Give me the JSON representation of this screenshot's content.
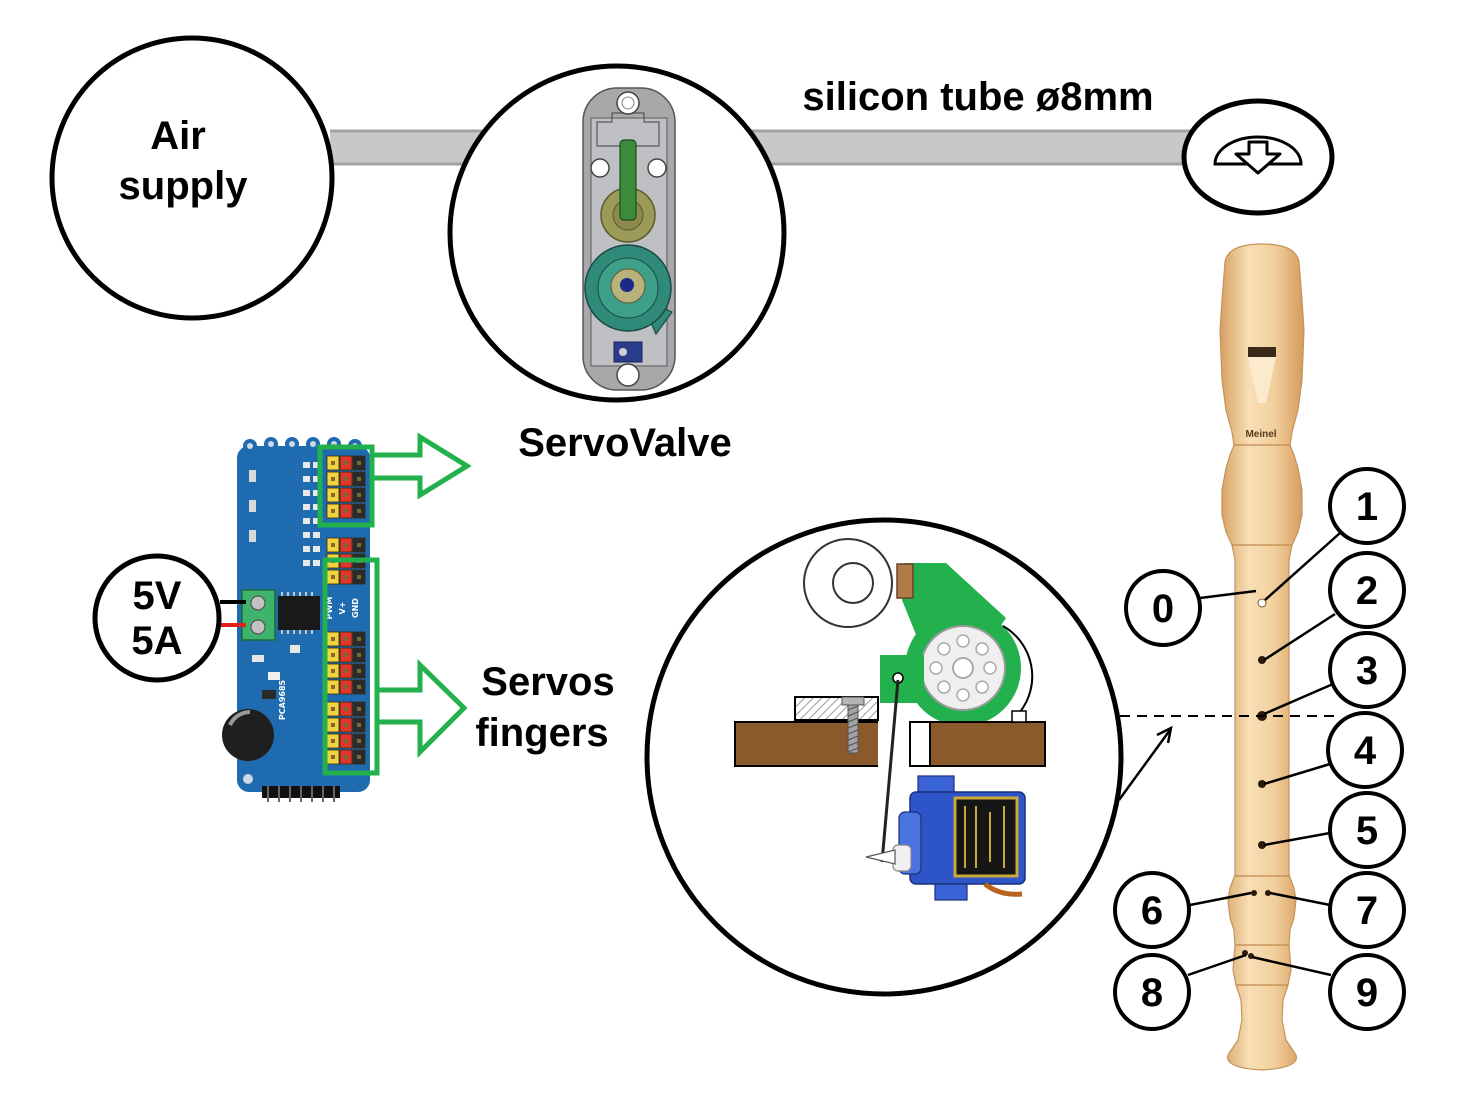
{
  "diagram": {
    "air_supply": {
      "line1": "Air",
      "line2": "supply"
    },
    "tube_label": "silicon tube ø8mm",
    "servo_valve_label": "ServoValve",
    "servos_label": {
      "line1": "Servos",
      "line2": "fingers"
    },
    "power": {
      "line1": "5V",
      "line2": "5A"
    },
    "recorder_brand": "Meinel",
    "hole_numbers": [
      "0",
      "1",
      "2",
      "3",
      "4",
      "5",
      "6",
      "7",
      "8",
      "9"
    ],
    "board_silkscreen": [
      "PWM",
      "V+",
      "GND",
      "PCA9685"
    ]
  },
  "colors": {
    "outline": "#000000",
    "tube": "#c8c8c8",
    "highlight_green": "#22b14c",
    "board_blue": "#1e6bb0",
    "table_brown": "#8b5a2b",
    "servo_blue": "#2d55c8"
  }
}
